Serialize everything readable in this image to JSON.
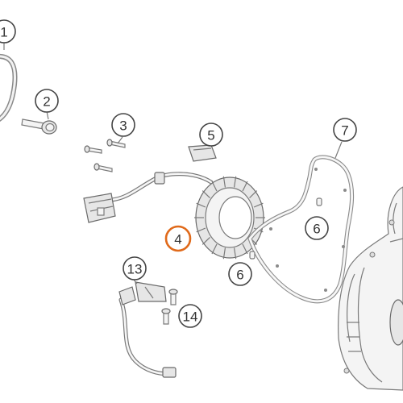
{
  "callouts": [
    {
      "id": "1",
      "label": "1",
      "highlight": false
    },
    {
      "id": "2",
      "label": "2",
      "highlight": false
    },
    {
      "id": "3",
      "label": "3",
      "highlight": false
    },
    {
      "id": "4",
      "label": "4",
      "highlight": true
    },
    {
      "id": "5",
      "label": "5",
      "highlight": false
    },
    {
      "id": "6a",
      "label": "6",
      "highlight": false
    },
    {
      "id": "6b",
      "label": "6",
      "highlight": false
    },
    {
      "id": "7",
      "label": "7",
      "highlight": false
    },
    {
      "id": "13",
      "label": "13",
      "highlight": false
    },
    {
      "id": "14",
      "label": "14",
      "highlight": false
    }
  ],
  "colors": {
    "highlight_ring": "#e06a1b",
    "ring": "#444444",
    "part_stroke": "#7a7a7a",
    "part_fill": "#f4f4f4"
  }
}
